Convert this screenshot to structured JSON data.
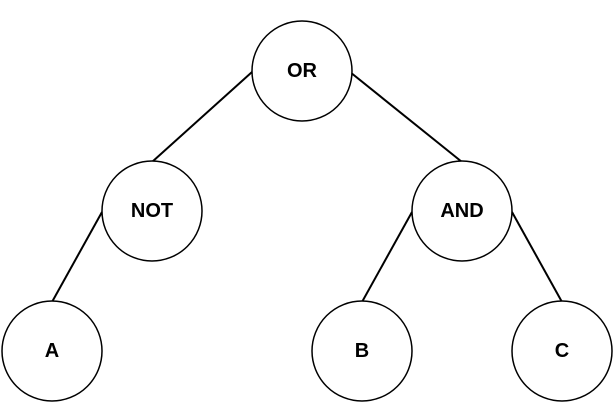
{
  "diagram": {
    "type": "expression-tree",
    "nodes": [
      {
        "id": "or",
        "label": "OR"
      },
      {
        "id": "not",
        "label": "NOT"
      },
      {
        "id": "and",
        "label": "AND"
      },
      {
        "id": "a",
        "label": "A"
      },
      {
        "id": "b",
        "label": "B"
      },
      {
        "id": "c",
        "label": "C"
      }
    ],
    "edges": [
      {
        "from": "or",
        "to": "not"
      },
      {
        "from": "or",
        "to": "and"
      },
      {
        "from": "not",
        "to": "a"
      },
      {
        "from": "and",
        "to": "b"
      },
      {
        "from": "and",
        "to": "c"
      }
    ]
  },
  "colors": {
    "stroke": "#000000",
    "fill": "#ffffff",
    "text": "#000000"
  }
}
